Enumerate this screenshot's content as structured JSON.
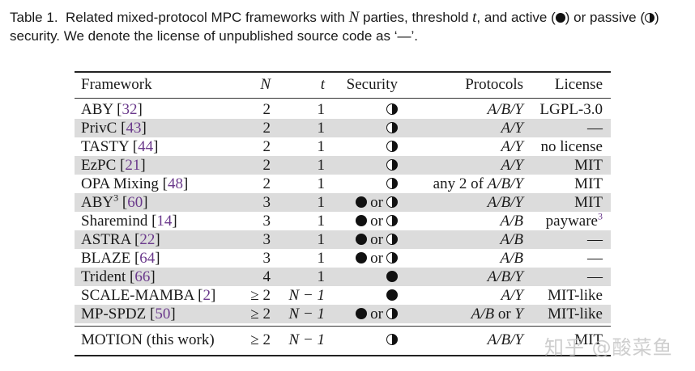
{
  "caption": {
    "label": "Table 1.",
    "text_part1": "Related mixed-protocol MPC frameworks with",
    "var_n": "N",
    "text_part2": "parties, threshold",
    "var_t": "t",
    "text_part3": ", and active (",
    "text_part4": ") or passive (",
    "text_part5": ")",
    "line2": "security. We denote the license of unpublished source code as ‘—’."
  },
  "table": {
    "headers": {
      "framework": "Framework",
      "n": "N",
      "t": "t",
      "security": "Security",
      "protocols": "Protocols",
      "license": "License"
    },
    "rows": [
      {
        "name": "ABY",
        "ref": "32",
        "sup": "",
        "n": "2",
        "t": "1",
        "security": "passive",
        "protocols": "A/B/Y",
        "license": "LGPL-3.0",
        "license_sup": ""
      },
      {
        "name": "PrivC",
        "ref": "43",
        "sup": "",
        "n": "2",
        "t": "1",
        "security": "passive",
        "protocols": "A/Y",
        "license": "—",
        "license_sup": ""
      },
      {
        "name": "TASTY",
        "ref": "44",
        "sup": "",
        "n": "2",
        "t": "1",
        "security": "passive",
        "protocols": "A/Y",
        "license": "no license",
        "license_sup": ""
      },
      {
        "name": "EzPC",
        "ref": "21",
        "sup": "",
        "n": "2",
        "t": "1",
        "security": "passive",
        "protocols": "A/Y",
        "license": "MIT",
        "license_sup": ""
      },
      {
        "name": "OPA Mixing",
        "ref": "48",
        "sup": "",
        "n": "2",
        "t": "1",
        "security": "passive",
        "protocols_prefix": "any 2 of",
        "protocols": "A/B/Y",
        "license": "MIT",
        "license_sup": ""
      },
      {
        "name": "ABY",
        "ref": "60",
        "sup": "3",
        "n": "3",
        "t": "1",
        "security": "active or passive",
        "protocols": "A/B/Y",
        "license": "MIT",
        "license_sup": ""
      },
      {
        "name": "Sharemind",
        "ref": "14",
        "sup": "",
        "n": "3",
        "t": "1",
        "security": "active or passive",
        "protocols": "A/B",
        "license": "payware",
        "license_sup": "3"
      },
      {
        "name": "ASTRA",
        "ref": "22",
        "sup": "",
        "n": "3",
        "t": "1",
        "security": "active or passive",
        "protocols": "A/B",
        "license": "—",
        "license_sup": ""
      },
      {
        "name": "BLAZE",
        "ref": "64",
        "sup": "",
        "n": "3",
        "t": "1",
        "security": "active or passive",
        "protocols": "A/B",
        "license": "—",
        "license_sup": ""
      },
      {
        "name": "Trident",
        "ref": "66",
        "sup": "",
        "n": "4",
        "t": "1",
        "security": "active",
        "protocols": "A/B/Y",
        "license": "—",
        "license_sup": ""
      },
      {
        "name": "SCALE-MAMBA",
        "ref": "2",
        "sup": "",
        "n": "≥ 2",
        "t": "N − 1",
        "security": "active",
        "protocols": "A/Y",
        "license": "MIT-like",
        "license_sup": ""
      },
      {
        "name": "MP-SPDZ",
        "ref": "50",
        "sup": "",
        "n": "≥ 2",
        "t": "N − 1",
        "security": "active or passive",
        "protocols": "A/B",
        "protocols_suffix": "or",
        "protocols_tail": "Y",
        "license": "MIT-like",
        "license_sup": ""
      }
    ],
    "final_row": {
      "name": "MOTION (this work)",
      "n": "≥ 2",
      "t": "N − 1",
      "security": "passive",
      "protocols": "A/B/Y",
      "license": "MIT"
    },
    "or_word": "or"
  },
  "watermark": "知乎 @酸菜鱼",
  "colors": {
    "reference": "#6b3a8c",
    "row_shade": "#dcdcdc",
    "text": "#1a1a1a"
  }
}
